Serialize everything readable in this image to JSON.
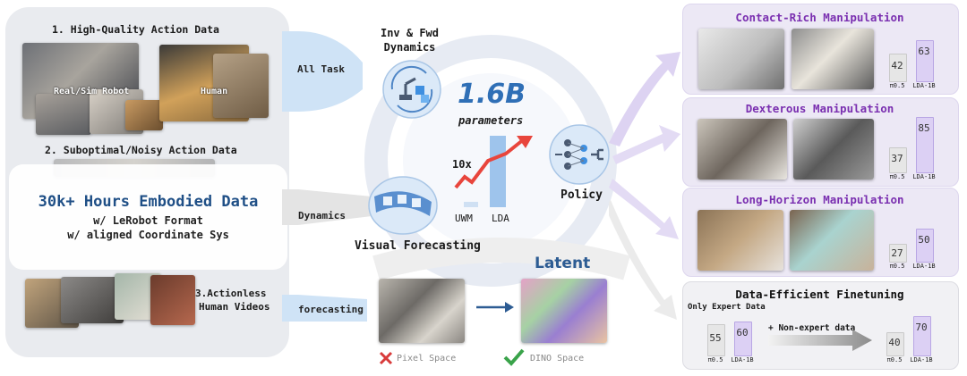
{
  "left": {
    "heading1": "1. High-Quality Action Data",
    "real_sim_label": "Real/Sim Robot",
    "human_label": "Human",
    "heading2": "2. Suboptimal/Noisy Action Data",
    "embodied_title": "30k+ Hours Embodied Data",
    "embodied_line1": "w/ LeRobot Format",
    "embodied_line2": "w/ aligned Coordinate Sys",
    "heading3_line1": "3.Actionless",
    "heading3_line2": "Human Videos"
  },
  "connectors": {
    "all_task": "All Task",
    "dynamics": "Dynamics",
    "forecasting": "forecasting"
  },
  "center": {
    "inv_fwd_line1": "Inv & Fwd",
    "inv_fwd_line2": "Dynamics",
    "params_value": "1.6B",
    "params_label": "parameters",
    "multiplier": "10x",
    "uwm_label": "UWM",
    "lda_label": "LDA",
    "policy_label": "Policy",
    "visual_forecasting": "Visual Forecasting",
    "latent_label": "Latent",
    "pixel_space": "Pixel Space",
    "dino_space": "DINO Space"
  },
  "panels": [
    {
      "title": "Contact-Rich Manipulation",
      "baseline": 42,
      "ours": 63,
      "baseline_label": "π0.5",
      "ours_label": "LDA-1B"
    },
    {
      "title": "Dexterous Manipulation",
      "baseline": 37,
      "ours": 85,
      "baseline_label": "π0.5",
      "ours_label": "LDA-1B"
    },
    {
      "title": "Long-Horizon Manipulation",
      "baseline": 27,
      "ours": 50,
      "baseline_label": "π0.5",
      "ours_label": "LDA-1B"
    }
  ],
  "finetune": {
    "title": "Data-Efficient Finetuning",
    "expert_label": "Only Expert Data",
    "nonexpert_label": "+ Non-expert data",
    "left_baseline": 55,
    "left_ours": 60,
    "right_baseline": 40,
    "right_ours": 70,
    "baseline_label": "π0.5",
    "ours_label": "LDA-1B"
  },
  "colors": {
    "accent_purple": "#7a2fb0",
    "params_blue": "#2f6fb6",
    "latent_blue": "#2d5c93",
    "cross_red": "#d83a3a",
    "check_green": "#3aa34a"
  }
}
